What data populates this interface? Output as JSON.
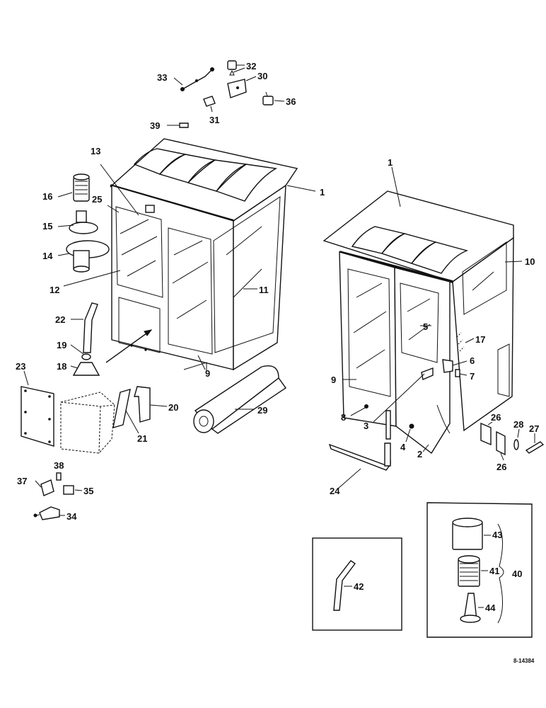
{
  "diagram": {
    "reference_code": "8-14384",
    "callouts": {
      "left_cab": [
        "13",
        "25",
        "16",
        "15",
        "14",
        "12",
        "1",
        "11",
        "9",
        "22",
        "19",
        "18",
        "23",
        "20",
        "21",
        "29",
        "38",
        "37",
        "35",
        "34"
      ],
      "top_parts": [
        "33",
        "32",
        "30",
        "36",
        "31",
        "39"
      ],
      "right_cab": [
        "1",
        "10",
        "5",
        "17",
        "6",
        "7",
        "9",
        "8",
        "3",
        "4",
        "2",
        "26",
        "28",
        "27",
        "26",
        "24"
      ],
      "inset_pipe": [
        "42"
      ],
      "inset_filter": [
        "43",
        "41",
        "40",
        "44"
      ]
    }
  }
}
